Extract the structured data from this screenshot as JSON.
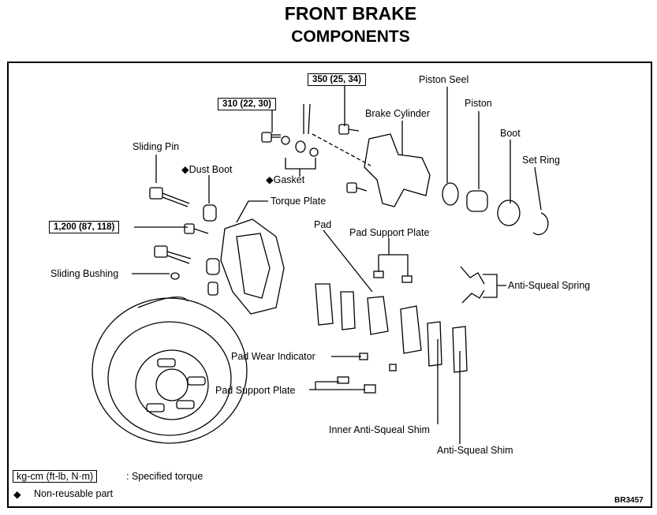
{
  "title": "FRONT BRAKE",
  "subtitle": "COMPONENTS",
  "torque_values": {
    "t350": "350 (25, 34)",
    "t310": "310 (22, 30)",
    "t1200": "1,200 (87, 118)"
  },
  "labels": {
    "piston_seal": "Piston Seel",
    "piston": "Piston",
    "boot": "Boot",
    "set_ring": "Set Ring",
    "brake_cylinder": "Brake Cylinder",
    "sliding_pin": "Sliding Pin",
    "dust_boot": "Dust Boot",
    "gasket": "Gasket",
    "torque_plate": "Torque Plate",
    "pad": "Pad",
    "pad_support_plate_top": "Pad Support Plate",
    "anti_squeal_spring": "Anti-Squeal Spring",
    "sliding_bushing": "Sliding Bushing",
    "pad_wear_indicator": "Pad Wear Indicator",
    "pad_support_plate_bottom": "Pad Support Plate",
    "inner_anti_squeal_shim": "Inner Anti-Squeal Shim",
    "anti_squeal_shim": "Anti-Squeal Shim"
  },
  "non_reusable_mark": "◆",
  "legend": {
    "units": "kg-cm (ft-lb, N·m)",
    "units_desc": ": Specified torque",
    "mark": "◆",
    "mark_desc": "Non-reusable part"
  },
  "code": "BR3457"
}
